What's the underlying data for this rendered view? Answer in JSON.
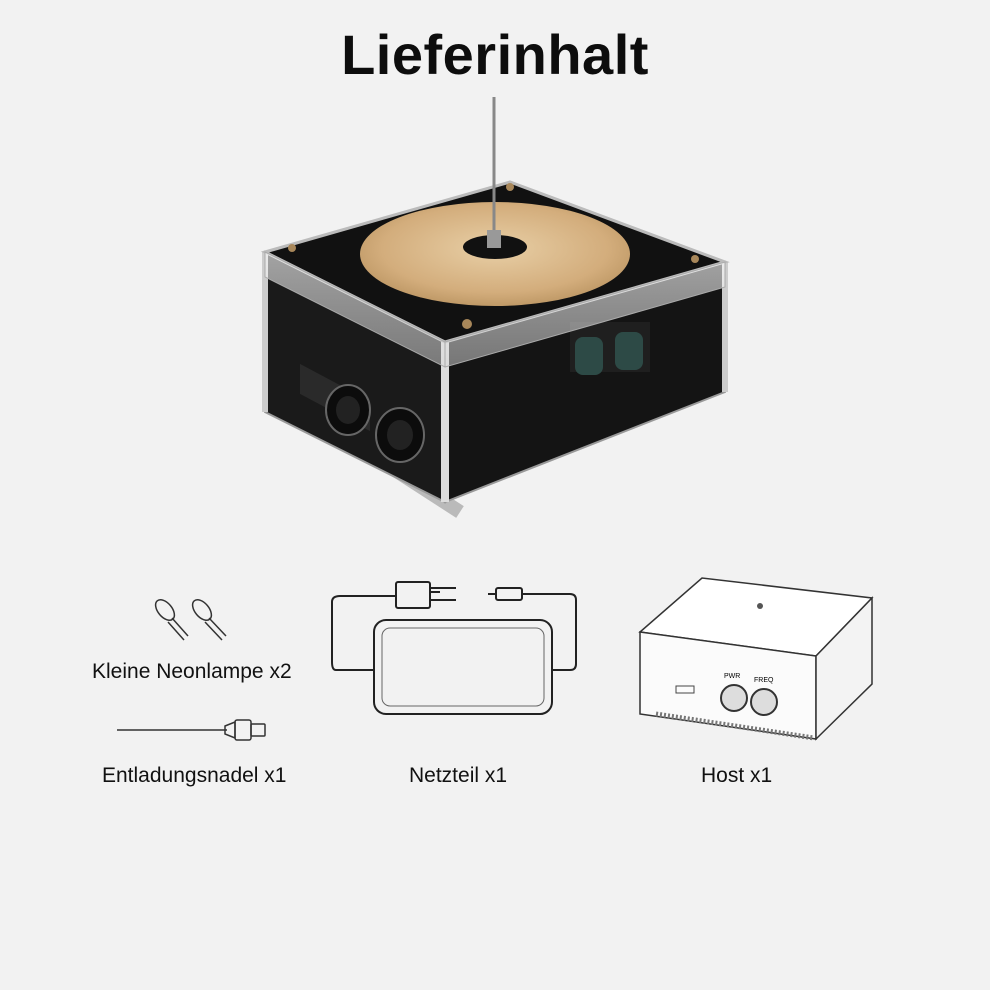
{
  "title": "Lieferinhalt",
  "items": [
    {
      "label": "Kleine Neonlampe x2",
      "icon": "neon-lamp-icon"
    },
    {
      "label": "Entladungsnadel x1",
      "icon": "discharge-needle-icon"
    },
    {
      "label": "Netzteil x1",
      "icon": "power-adapter-icon"
    },
    {
      "label": "Host x1",
      "icon": "host-unit-icon"
    }
  ],
  "host_knobs": {
    "left": "PWR",
    "right": "FREQ"
  },
  "colors": {
    "background": "#f2f2f2",
    "disc": "#d7b488",
    "frame": "#111111"
  }
}
